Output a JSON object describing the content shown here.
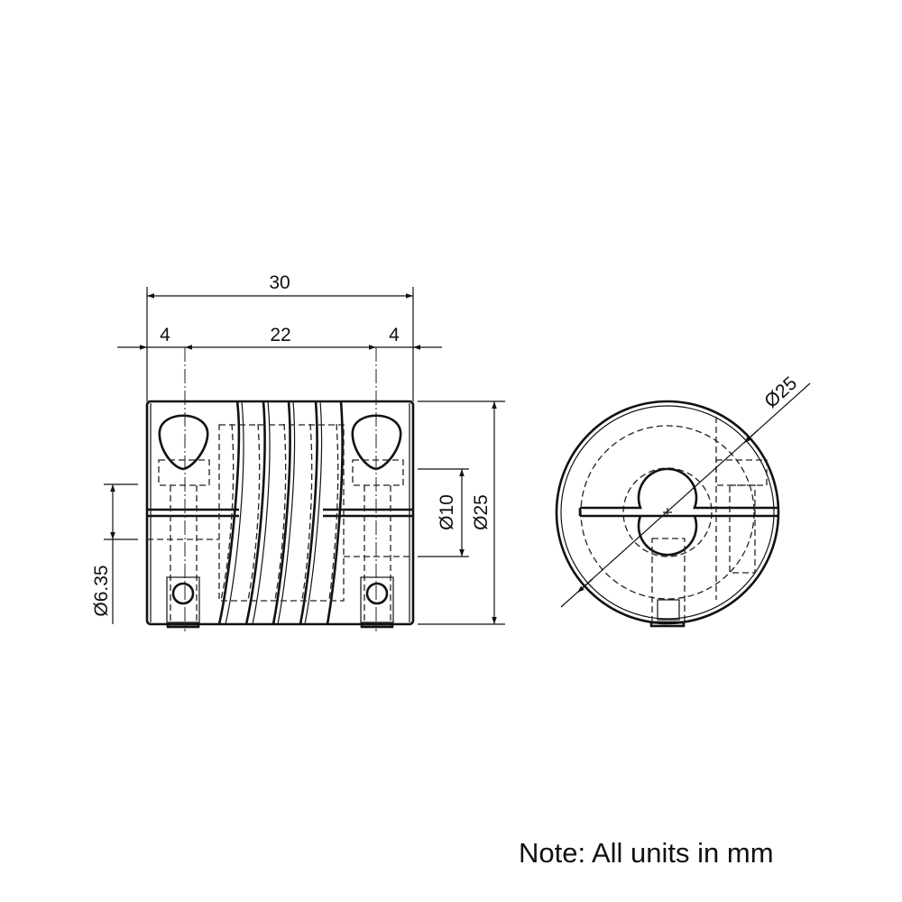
{
  "side_view": {
    "dimensions": {
      "overall_length": "30",
      "left_hub": "4",
      "middle": "22",
      "right_hub": "4",
      "outer_diameter": "Ø25",
      "bore_right": "Ø10",
      "bore_left": "Ø6.35"
    }
  },
  "end_view": {
    "dimensions": {
      "outer_diameter": "Ø25"
    }
  },
  "note": "Note: All units in mm",
  "colors": {
    "line": "#111111",
    "background": "#ffffff"
  }
}
